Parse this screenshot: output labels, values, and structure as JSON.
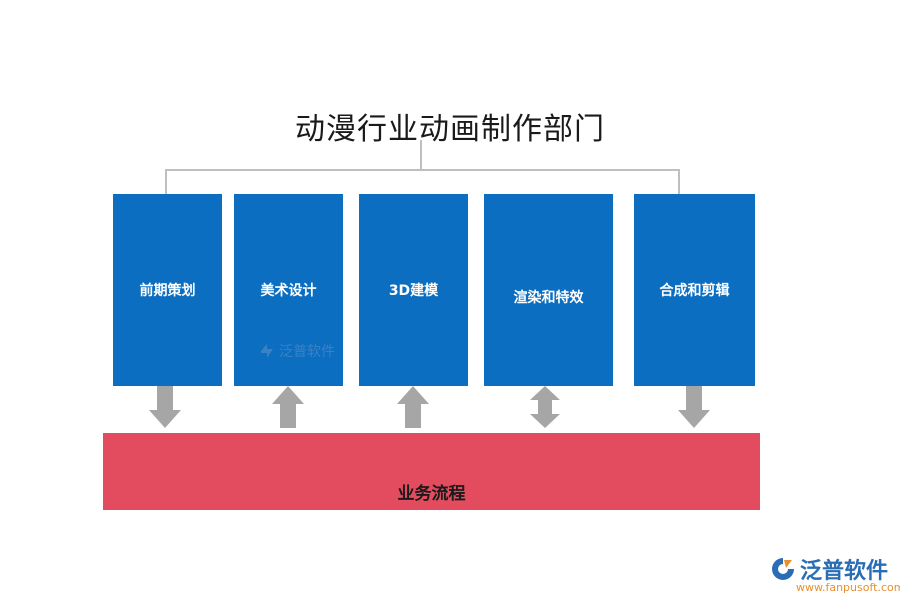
{
  "title": "动漫行业动画制作部门",
  "departments": [
    {
      "label": "前期策划",
      "arrow": "down"
    },
    {
      "label": "美术设计",
      "arrow": "up"
    },
    {
      "label": "3D建模",
      "arrow": "up"
    },
    {
      "label": "渲染和特效",
      "arrow": "both"
    },
    {
      "label": "合成和剪辑",
      "arrow": "down"
    }
  ],
  "process": {
    "label": "业务流程"
  },
  "watermark": {
    "text": "泛普软件"
  },
  "logo": {
    "text": "泛普软件",
    "url": "www.fanpusoft.com"
  },
  "colors": {
    "department": "#0b6ec1",
    "process": "#e24c5e",
    "arrow": "#a6a6a6",
    "connector": "#bfbfbf"
  }
}
